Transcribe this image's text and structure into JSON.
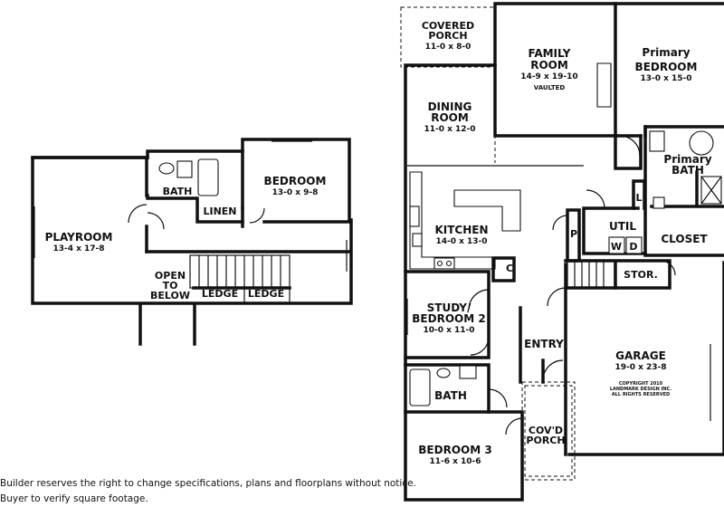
{
  "upper_floor": {
    "playroom": {
      "name": "PLAYROOM",
      "dims": "13-4 x 17-8"
    },
    "bath": {
      "name": "BATH"
    },
    "linen": {
      "name": "LINEN"
    },
    "bedroom": {
      "name": "BEDROOM",
      "dims": "13-0 x 9-8"
    },
    "open_to_below": {
      "line1": "OPEN",
      "line2": "TO",
      "line3": "BELOW"
    },
    "ledge_1": {
      "name": "LEDGE"
    },
    "ledge_2": {
      "name": "LEDGE"
    }
  },
  "main_floor": {
    "covered_porch": {
      "line1": "COVERED",
      "line2": "PORCH",
      "dims": "11-0 x 8-0"
    },
    "family_room": {
      "line1": "FAMILY",
      "line2": "ROOM",
      "dims": "14-9 x 19-10",
      "note": "VAULTED"
    },
    "primary_bedroom": {
      "line1": "Primary",
      "line2": "BEDROOM",
      "dims": "13-0 x 15-0"
    },
    "dining_room": {
      "line1": "DINING",
      "line2": "ROOM",
      "dims": "11-0 x 12-0"
    },
    "primary_bath": {
      "line1": "Primary",
      "line2": "BATH"
    },
    "kitchen": {
      "name": "KITCHEN",
      "dims": "14-0 x 13-0"
    },
    "util": {
      "name": "UTIL"
    },
    "closet": {
      "name": "CLOSET"
    },
    "pantry": {
      "name": "P"
    },
    "coat_closet": {
      "name": "C"
    },
    "linen_closet": {
      "name": "L"
    },
    "washer": {
      "name": "W"
    },
    "dryer": {
      "name": "D"
    },
    "storage": {
      "name": "STOR."
    },
    "study": {
      "line1": "STUDY/",
      "line2": "BEDROOM 2",
      "dims": "10-0 x 11-0"
    },
    "entry": {
      "name": "ENTRY"
    },
    "garage": {
      "name": "GARAGE",
      "dims": "19-0 x 23-8"
    },
    "copyright": {
      "line1": "COPYRIGHT 2010",
      "line2": "LANDMARK DESIGN INC.",
      "line3": "ALL RIGHTS RESERVED"
    },
    "bath": {
      "name": "BATH"
    },
    "covd_porch": {
      "line1": "COV'D",
      "line2": "PORCH"
    },
    "bedroom_3": {
      "name": "BEDROOM 3",
      "dims": "11-6 x 10-6"
    }
  },
  "notes": {
    "line1": "Builder reserves the right to change specifications, plans and floorplans without notice.",
    "line2": "Buyer to verify square footage."
  }
}
